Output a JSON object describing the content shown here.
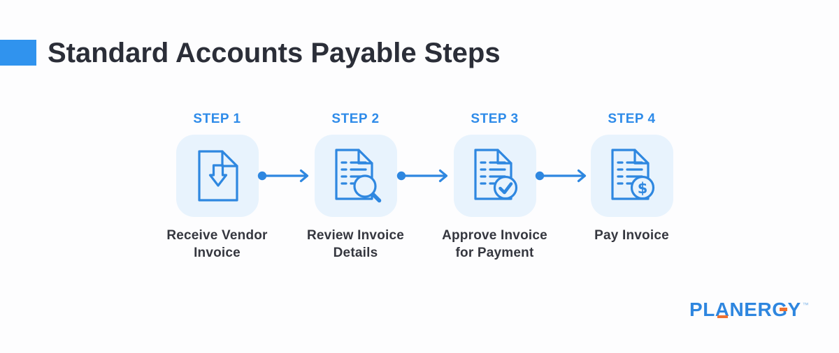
{
  "title": "Standard Accounts Payable Steps",
  "steps": [
    {
      "label": "STEP 1",
      "caption": "Receive Vendor Invoice",
      "icon": "document-download-icon"
    },
    {
      "label": "STEP 2",
      "caption": "Review Invoice Details",
      "icon": "document-magnifier-icon"
    },
    {
      "label": "STEP 3",
      "caption": "Approve Invoice for Payment",
      "icon": "document-check-icon"
    },
    {
      "label": "STEP 4",
      "caption": "Pay Invoice",
      "icon": "document-dollar-icon"
    }
  ],
  "icon_badge_symbols": {
    "dollar": "$"
  },
  "logo": {
    "text": "PLANERGY",
    "trademark": "™"
  },
  "colors": {
    "page_background": "#fdfdfe",
    "accent_blue": "#3093ee",
    "step_label_blue": "#2e8be9",
    "icon_stroke_blue": "#2e87e0",
    "card_background": "#e8f3fd",
    "title_text": "#2b2e38",
    "caption_text": "#35373f",
    "logo_blue": "#2e86df",
    "logo_orange": "#f07130"
  }
}
